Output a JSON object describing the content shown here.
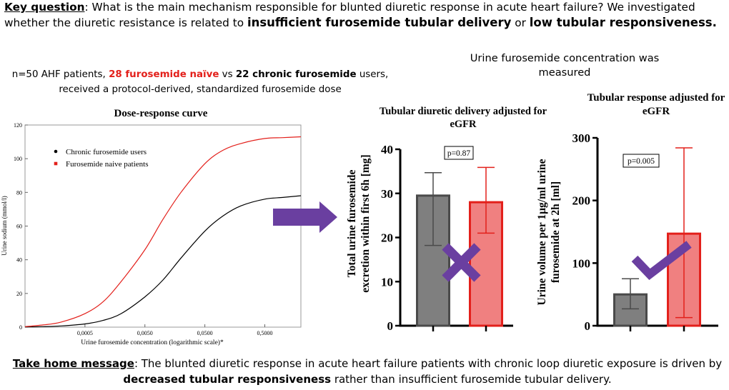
{
  "key_question": {
    "label": "Key question",
    "text_1": ": What is the main mechanism responsible for blunted diuretic response in acute heart failure? We investigated whether the diuretic resistance is related to ",
    "bold_1": "insufficient furosemide tubular delivery",
    "text_2": " or ",
    "bold_2": "low tubular responsiveness."
  },
  "cohort": {
    "prefix": "n=50 AHF patients, ",
    "naive": "28 furosemide naïve",
    "middle": " vs ",
    "chronic": "22 chronic furosemide",
    "suffix": " users,",
    "line2": "received a protocol-derived, standardized furosemide dose"
  },
  "measured_note": "Urine furosemide concentration was measured",
  "take_home": {
    "label": "Take home message",
    "text_1": ": The blunted diuretic response in acute heart failure patients with chronic loop diuretic exposure is driven by ",
    "bold": "decreased tubular responsiveness",
    "text_2": " rather than insufficient furosemide tubular delivery."
  },
  "symbols": {
    "arrow": "right-arrow-icon",
    "cross": "cross-icon",
    "check": "check-icon",
    "arrow_color": "#6a3fa0",
    "mark_color": "#6a3fa0"
  },
  "chart_data": [
    {
      "type": "line",
      "title": "Dose-response curve",
      "xlabel": "Urine furosemide concentration (logarithmic scale)*",
      "ylabel": "Urine sodium (mmol/l)",
      "x_scale": "log",
      "x_ticks": [
        "0,0005",
        "0,0050",
        "0,0500",
        "0,5000"
      ],
      "x_tick_values": [
        0.0005,
        0.005,
        0.05,
        0.5
      ],
      "xlim": [
        5e-05,
        2
      ],
      "ylim": [
        0,
        120
      ],
      "y_ticks": [
        0,
        20,
        40,
        60,
        80,
        100,
        120
      ],
      "legend_position": "top-left",
      "grid": false,
      "series": [
        {
          "name": "Chronic furosemide users",
          "color": "#000000",
          "marker": "circle",
          "x": [
            5e-05,
            0.0001,
            0.0002,
            0.0005,
            0.001,
            0.002,
            0.005,
            0.01,
            0.02,
            0.05,
            0.1,
            0.2,
            0.5,
            1,
            2
          ],
          "y": [
            0.1,
            0.3,
            0.7,
            1.9,
            4.0,
            8.0,
            18.0,
            28.0,
            41.0,
            57.0,
            66.0,
            72.0,
            76.0,
            77.0,
            78.0
          ]
        },
        {
          "name": "Furosemide naive patients",
          "color": "#e3201b",
          "marker": "square",
          "x": [
            5e-05,
            0.0001,
            0.0002,
            0.0005,
            0.001,
            0.002,
            0.005,
            0.01,
            0.02,
            0.05,
            0.1,
            0.2,
            0.5,
            1,
            2
          ],
          "y": [
            0.3,
            1.3,
            3.0,
            8.0,
            15.0,
            27.0,
            46.0,
            64.0,
            80.0,
            97.0,
            105.0,
            109.0,
            112.0,
            112.5,
            113.0
          ]
        }
      ]
    },
    {
      "type": "bar",
      "title": "Tubular diuretic delivery adjusted for eGFR",
      "ylabel": "Total urine furosemide excretion within first 6h [mg]",
      "ylim": [
        0,
        40
      ],
      "y_ticks": [
        0,
        10,
        20,
        30,
        40
      ],
      "p_value": "p=0.87",
      "series": [
        {
          "color": "#7f7f7f",
          "edge": "#4a4a4a",
          "value": 29.5,
          "err_low": 18.2,
          "err_high": 34.7
        },
        {
          "color": "#f08080",
          "edge": "#e3201b",
          "value": 28.0,
          "err_low": 21.0,
          "err_high": 35.9
        }
      ]
    },
    {
      "type": "bar",
      "title": "Tubular response adjusted for eGFR",
      "ylabel": "Urine volume per 1µg/ml urine furosemide at 2h [ml]",
      "ylim": [
        0,
        300
      ],
      "y_ticks": [
        0,
        100,
        200,
        300
      ],
      "p_value": "p=0.005",
      "series": [
        {
          "color": "#7f7f7f",
          "edge": "#4a4a4a",
          "value": 50,
          "err_low": 27,
          "err_high": 75
        },
        {
          "color": "#f08080",
          "edge": "#e3201b",
          "value": 147,
          "err_low": 13,
          "err_high": 284
        }
      ]
    }
  ]
}
